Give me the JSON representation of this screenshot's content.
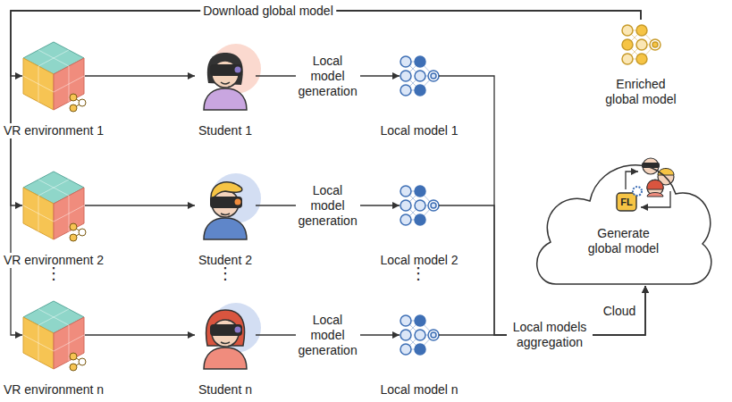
{
  "diagram": {
    "nodes": [
      {
        "text": [
          "Enriched global model"
        ]
      },
      {
        "text": [
          "VR environment 1"
        ]
      },
      {
        "text": [
          "Student 1"
        ]
      },
      {
        "text": [
          "Local model 1"
        ]
      },
      {
        "text": [
          "VR environment 2"
        ]
      },
      {
        "text": [
          "Student 2"
        ]
      },
      {
        "text": [
          "Local model 2"
        ]
      },
      {
        "text": [
          "VR environment n"
        ]
      },
      {
        "text": [
          "Student n"
        ]
      },
      {
        "text": [
          "Local model n"
        ]
      },
      {
        "text": [
          "Generate global model"
        ]
      }
    ],
    "edges": [
      {
        "from": 0,
        "to": 1,
        "arrow": "to",
        "label": "Download global model"
      },
      {
        "from": 0,
        "to": 4,
        "arrow": "to"
      },
      {
        "from": 0,
        "to": 7,
        "arrow": "to"
      },
      {
        "from": 1,
        "to": 2,
        "arrow": "to"
      },
      {
        "from": 4,
        "to": 5,
        "arrow": "to"
      },
      {
        "from": 7,
        "to": 8,
        "arrow": "to"
      },
      {
        "from": 2,
        "to": 3,
        "arrow": "to",
        "label": "Local model generation"
      },
      {
        "from": 5,
        "to": 6,
        "arrow": "to",
        "label": "Local model generation"
      },
      {
        "from": 8,
        "to": 9,
        "arrow": "to",
        "label": "Local model generation"
      },
      {
        "from": 3,
        "to": 10,
        "arrow": "to"
      },
      {
        "from": 6,
        "to": 10,
        "arrow": "to"
      },
      {
        "from": 9,
        "to": 10,
        "arrow": "to",
        "label": "Local models aggregation"
      }
    ],
    "labels": [
      "⋮",
      "⋮",
      "⋮",
      "FL",
      "Cloud"
    ]
  }
}
